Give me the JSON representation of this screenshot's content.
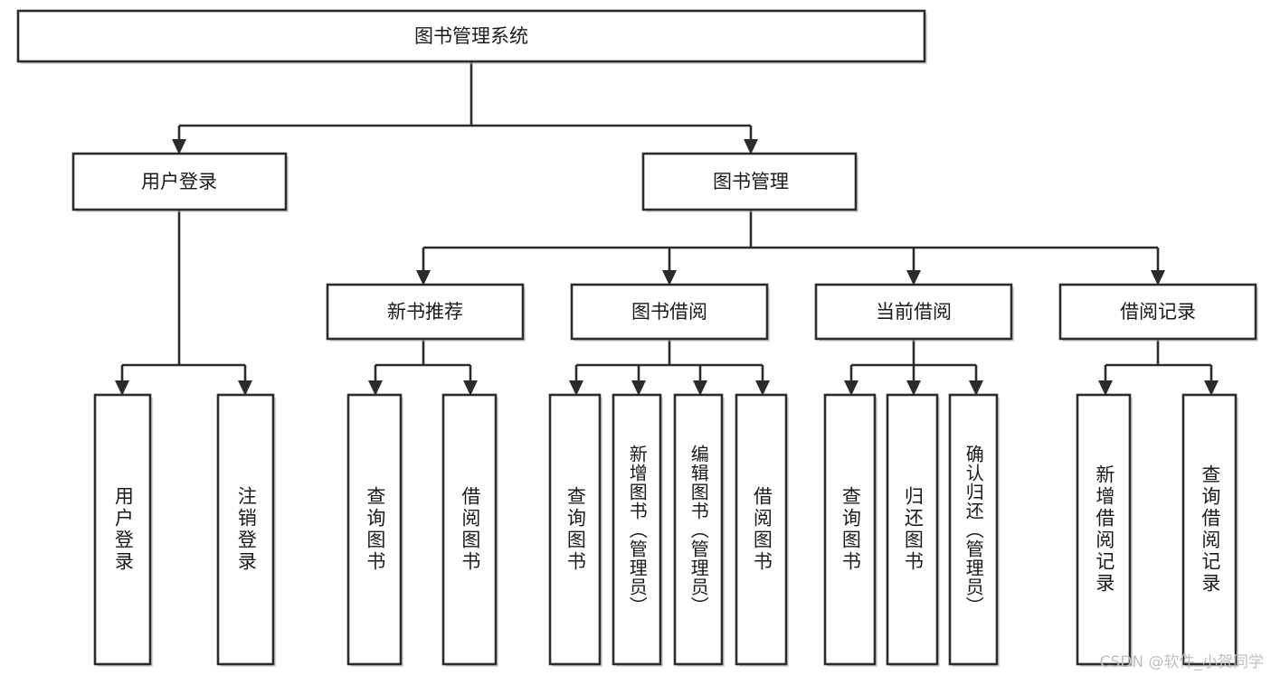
{
  "diagram": {
    "type": "tree-hierarchy",
    "title": "图书管理系统",
    "orientation": "top-down",
    "colors": {
      "stroke": "#2b2b2b",
      "fill": "#ffffff",
      "text": "#1a1a1a",
      "background": "#ffffff",
      "watermark": "#bfbfbf"
    },
    "root": {
      "label": "图书管理系统"
    },
    "level2": [
      {
        "label": "用户登录"
      },
      {
        "label": "图书管理"
      }
    ],
    "level3": [
      {
        "label": "新书推荐"
      },
      {
        "label": "图书借阅"
      },
      {
        "label": "当前借阅"
      },
      {
        "label": "借阅记录"
      }
    ],
    "leaves": {
      "user_login": [
        {
          "label": "用户登录"
        },
        {
          "label": "注销登录"
        }
      ],
      "new_book_recommend": [
        {
          "label": "查询图书"
        },
        {
          "label": "借阅图书"
        }
      ],
      "book_borrow": [
        {
          "label": "查询图书"
        },
        {
          "label": "新增图书（管理员）"
        },
        {
          "label": "编辑图书（管理员）"
        },
        {
          "label": "借阅图书"
        }
      ],
      "current_borrow": [
        {
          "label": "查询图书"
        },
        {
          "label": "归还图书"
        },
        {
          "label": "确认归还（管理员）"
        }
      ],
      "borrow_record": [
        {
          "label": "新增借阅记录"
        },
        {
          "label": "查询借阅记录"
        }
      ]
    },
    "watermark": "CSDN @软件_小贺同学"
  }
}
